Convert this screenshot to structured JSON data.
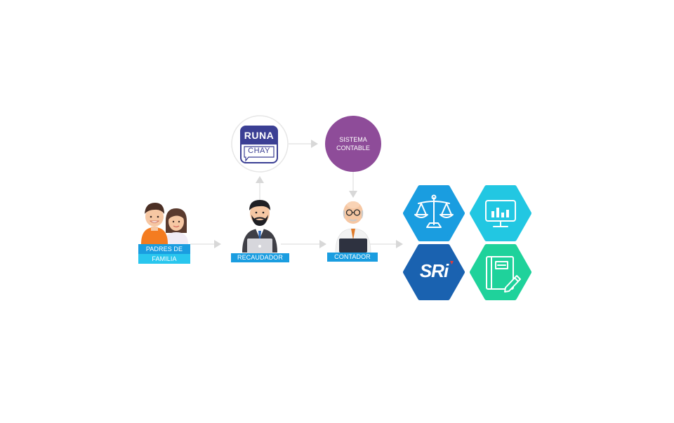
{
  "nodes": {
    "padres": {
      "line1": "PADRES DE",
      "line2": "FAMILIA"
    },
    "recaudador": {
      "label": "RECAUDADOR"
    },
    "contador": {
      "label": "CONTADOR"
    },
    "sistema": {
      "line1": "SISTEMA",
      "line2": "CONTABLE"
    },
    "runachay": {
      "runa": "RUNA",
      "chay": "CHAY"
    },
    "sri": {
      "text": "SRi"
    }
  },
  "icons": [
    "family-icon",
    "collector-person-icon",
    "accountant-person-icon",
    "runachay-logo-icon",
    "scales-of-justice-icon",
    "monitor-chart-icon",
    "sri-logo-icon",
    "notebook-pencil-icon"
  ],
  "colors": {
    "label_blue": "#1a9de0",
    "label_cyan": "#29c6ee",
    "sistema_purple": "#8e4c99",
    "runachay_purple": "#3b3f94",
    "hex_blue": "#1a9de0",
    "hex_cyan": "#22c7e2",
    "hex_navy": "#1a62b0",
    "hex_green": "#1fd29b",
    "arrow_gray": "#d8d8d8"
  }
}
